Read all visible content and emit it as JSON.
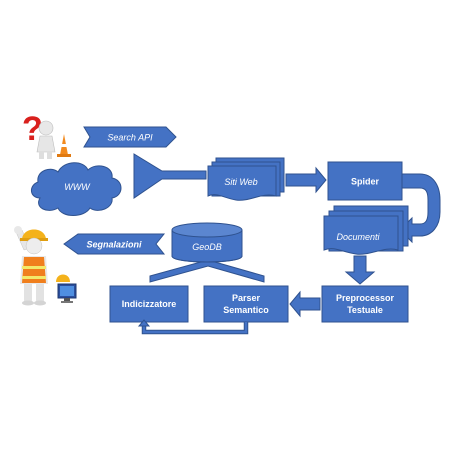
{
  "diagram": {
    "nodes": {
      "search_api": "Search API",
      "www": "WWW",
      "siti_web": "Siti Web",
      "spider": "Spider",
      "documenti": "Documenti",
      "preprocessor_line1": "Preprocessor",
      "preprocessor_line2": "Testuale",
      "parser_line1": "Parser",
      "parser_line2": "Semantico",
      "indicizzatore": "Indicizzatore",
      "geodb": "GeoDB",
      "segnalazioni": "Segnalazioni"
    },
    "icons": {
      "question_figure": "question-person-icon",
      "worker_figure": "construction-worker-icon"
    },
    "colors": {
      "shape_fill": "#4472C4",
      "shape_stroke": "#2F528F",
      "text": "#FFFFFF"
    }
  }
}
